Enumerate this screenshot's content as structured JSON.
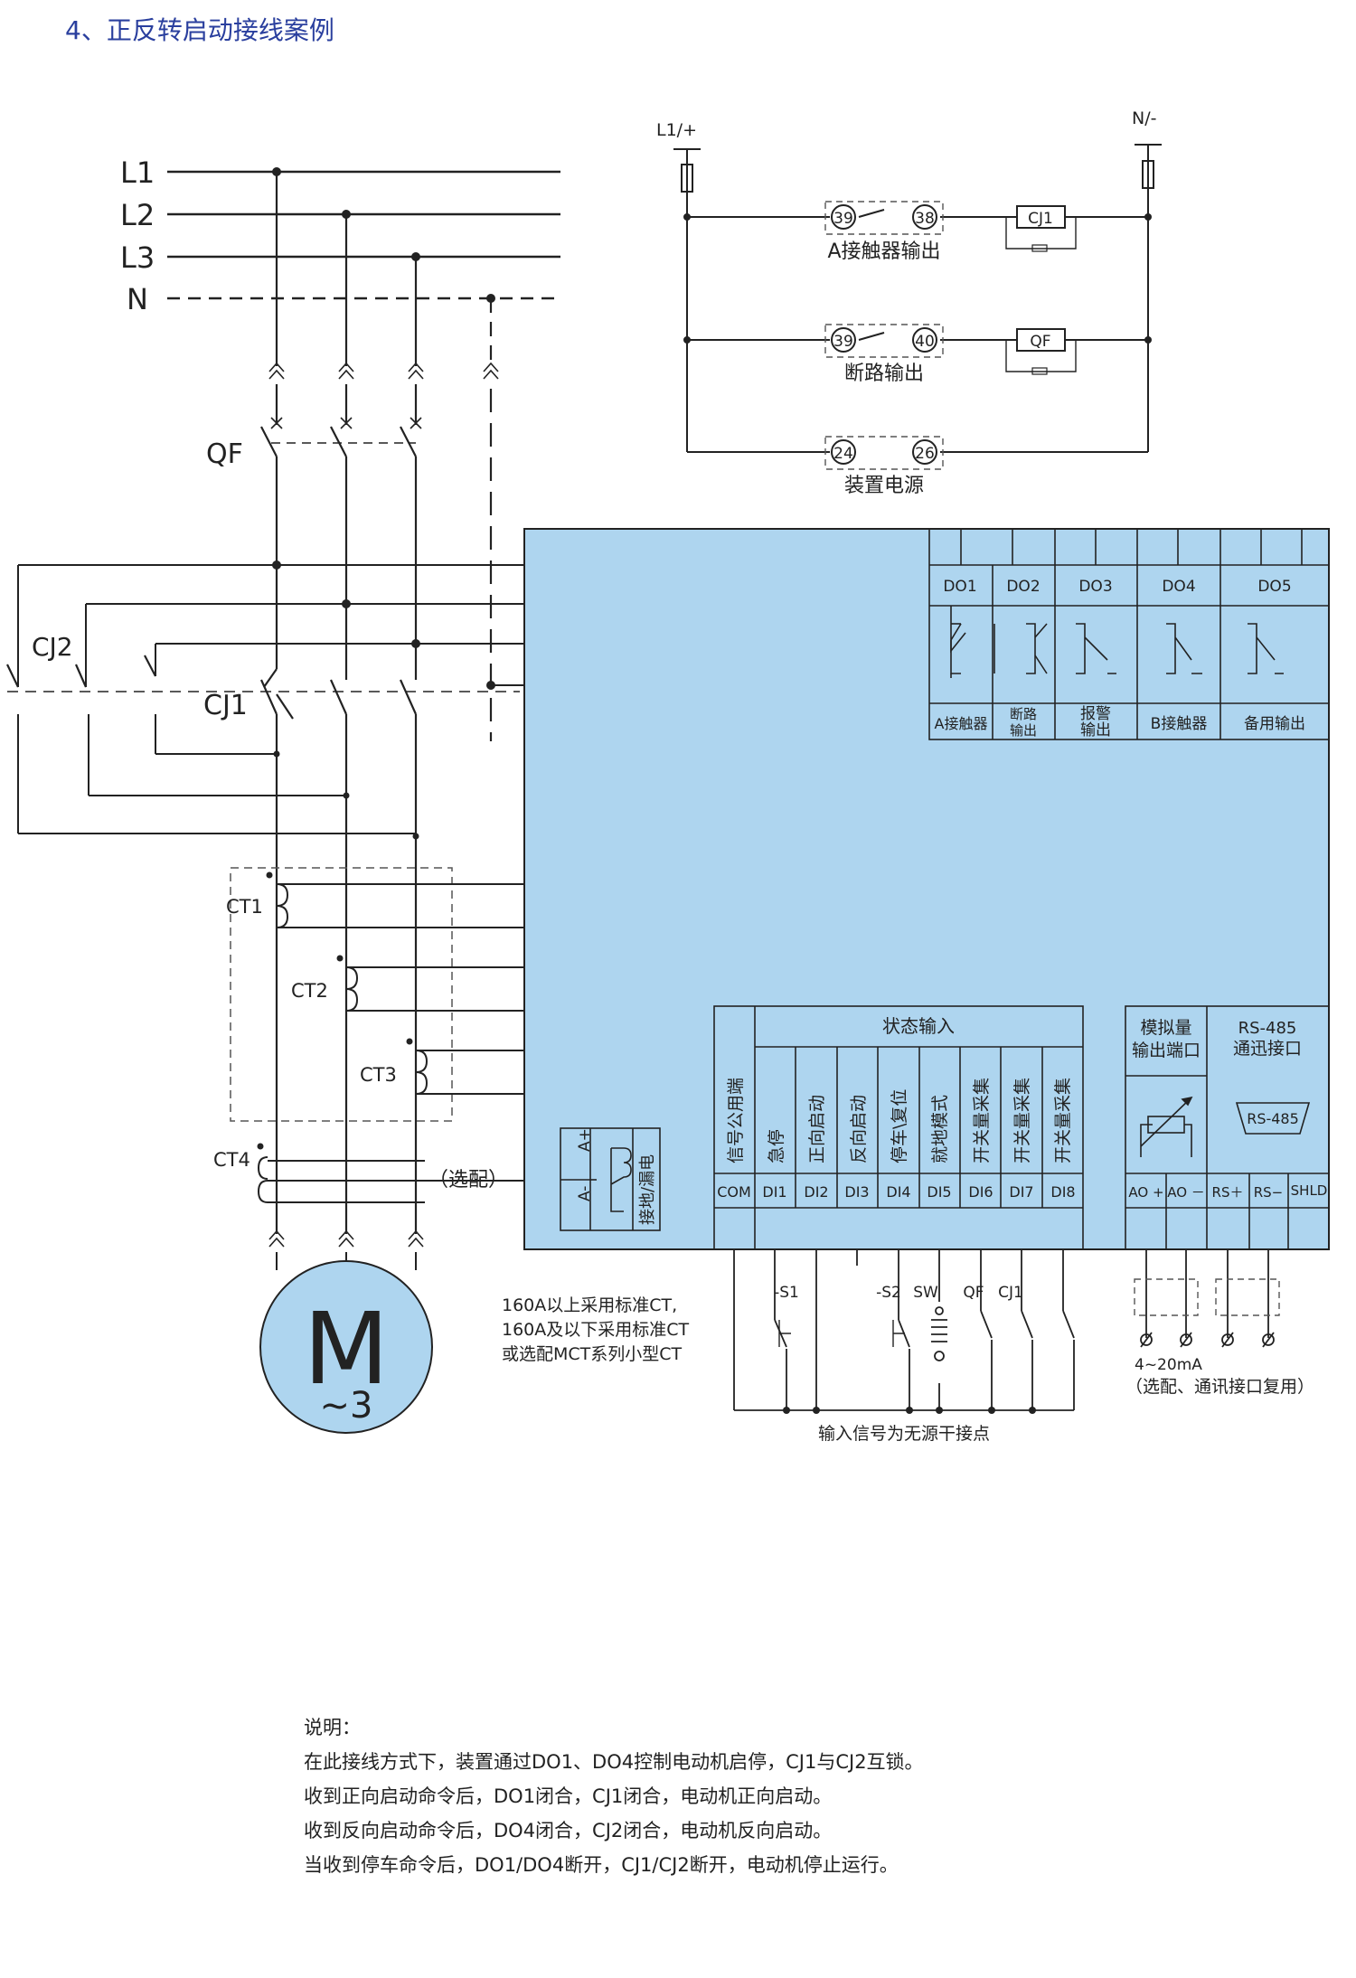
{
  "title": "4、正反转启动接线案例",
  "bus": {
    "l1": "L1",
    "l2": "L2",
    "l3": "L3",
    "n": "N"
  },
  "devices": {
    "qf": "QF",
    "cj1": "CJ1",
    "cj2": "CJ2",
    "ct1": "CT1",
    "ct2": "CT2",
    "ct3": "CT3",
    "ct4": "CT4",
    "motor_main": "M",
    "motor_sub": "~3",
    "optional": "（选配）"
  },
  "control": {
    "l1": "L1/+",
    "n": "N/-",
    "row1": {
      "t1": "39",
      "t2": "38",
      "coil": "CJ1",
      "label": "A接触器输出"
    },
    "row2": {
      "t1": "39",
      "t2": "40",
      "coil": "QF",
      "label": "断路输出"
    },
    "row3": {
      "t1": "24",
      "t2": "26",
      "label": "装置电源"
    }
  },
  "relays": {
    "headers": [
      "DO1",
      "DO2",
      "DO3",
      "DO4",
      "DO5"
    ],
    "labels": [
      [
        "A接触器"
      ],
      [
        "断路",
        "输出"
      ],
      [
        "报警",
        "输出"
      ],
      [
        "B接触器"
      ],
      [
        "备用输出"
      ]
    ]
  },
  "leakage": {
    "top": "A+",
    "bottom": "A-",
    "label": "接地/漏电"
  },
  "status": {
    "header": "状态输入",
    "common": "信号公用端",
    "names": [
      "急停",
      "正向启动",
      "反向启动",
      "停车\\复位",
      "就地模式",
      "开关量采集",
      "开关量采集",
      "开关量采集"
    ],
    "terminals": [
      "COM",
      "DI1",
      "DI2",
      "DI3",
      "DI4",
      "DI5",
      "DI6",
      "DI7",
      "DI8"
    ]
  },
  "analog": {
    "header1": "模拟量",
    "header2": "输出端口",
    "terminals": [
      "AO +",
      "AO －"
    ]
  },
  "rs485": {
    "header1": "RS-485",
    "header2": "通迅接口",
    "connector": "RS-485",
    "terminals": [
      "RS＋",
      "RS−",
      "SHLD"
    ]
  },
  "inputs": {
    "s1": "-S1",
    "s2": "-S2",
    "sw": "SW",
    "qf": "QF",
    "cj1": "CJ1",
    "note": "输入信号为无源干接点"
  },
  "ct_note": [
    "160A以上采用标准CT,",
    "160A及以下采用标准CT",
    "或选配MCT系列小型CT"
  ],
  "ao_note": [
    "4~20mA",
    "（选配、通讯接口复用）"
  ],
  "notes": [
    "说明：",
    "在此接线方式下，装置通过DO1、DO4控制电动机启停，CJ1与CJ2互锁。",
    "收到正向启动命令后，DO1闭合，CJ1闭合，电动机正向启动。",
    "收到反向启动命令后，DO4闭合，CJ2闭合，电动机反向启动。",
    "当收到停车命令后，DO1/DO4断开，CJ1/CJ2断开，电动机停止运行。"
  ],
  "colors": {
    "panel": "#aed5ef",
    "title": "#2a3f9e",
    "line": "#222222"
  }
}
